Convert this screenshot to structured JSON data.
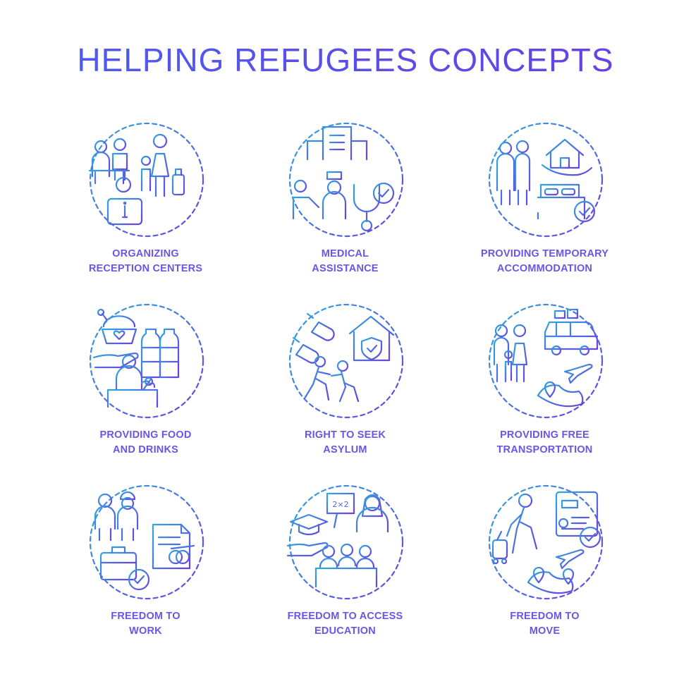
{
  "title": "HELPING REFUGEES CONCEPTS",
  "colors": {
    "gradient_start": "#2fa6e0",
    "gradient_end": "#6a3fe0",
    "label": "#6a55e6"
  },
  "concepts": [
    {
      "icon": "reception-center-icon",
      "lines": [
        "ORGANIZING",
        "RECEPTION CENTERS"
      ]
    },
    {
      "icon": "medical-assistance-icon",
      "lines": [
        "MEDICAL",
        "ASSISTANCE"
      ]
    },
    {
      "icon": "temporary-accommodation-icon",
      "lines": [
        "PROVIDING TEMPORARY",
        "ACCOMMODATION"
      ]
    },
    {
      "icon": "food-drinks-icon",
      "lines": [
        "PROVIDING FOOD",
        "AND DRINKS"
      ]
    },
    {
      "icon": "asylum-icon",
      "lines": [
        "RIGHT TO SEEK",
        "ASYLUM"
      ]
    },
    {
      "icon": "free-transportation-icon",
      "lines": [
        "PROVIDING FREE",
        "TRANSPORTATION"
      ]
    },
    {
      "icon": "work-icon",
      "lines": [
        "FREEDOM TO",
        "WORK"
      ]
    },
    {
      "icon": "education-icon",
      "lines": [
        "FREEDOM TO ACCESS",
        "EDUCATION"
      ]
    },
    {
      "icon": "move-icon",
      "lines": [
        "FREEDOM TO",
        "MOVE"
      ]
    }
  ],
  "icon_text": {
    "education_board": "2×2"
  }
}
